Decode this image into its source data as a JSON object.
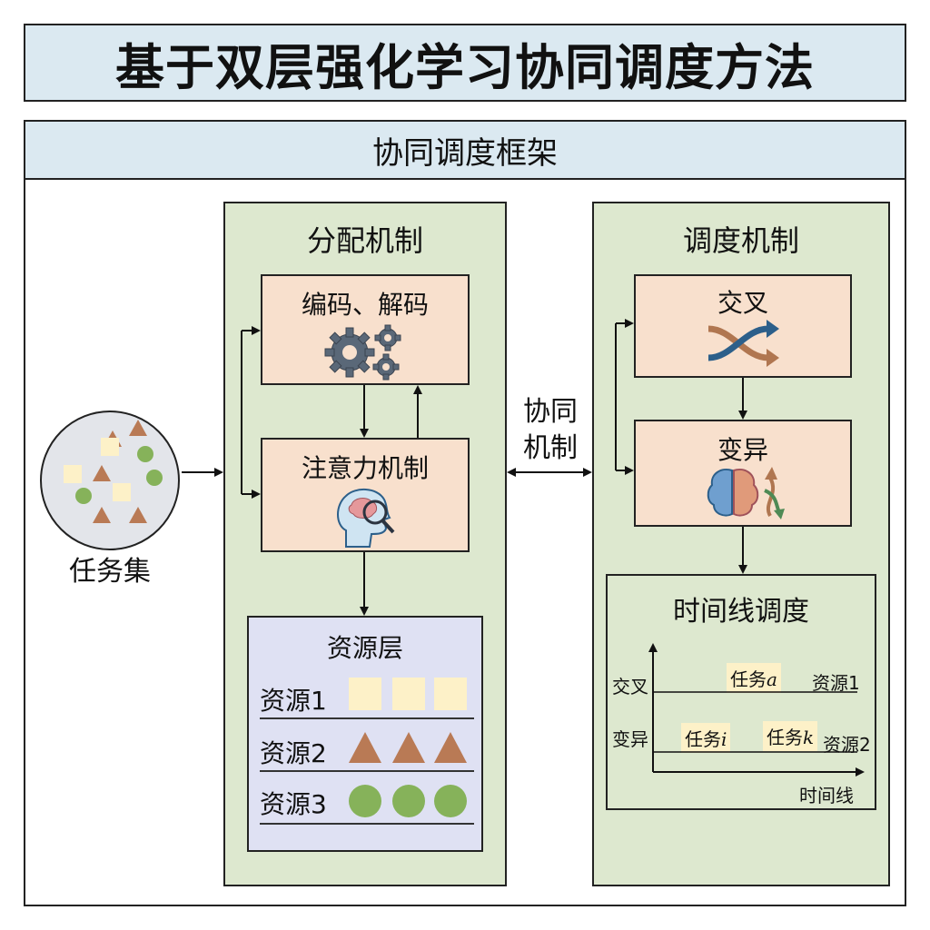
{
  "title": "基于双层强化学习协同调度方法",
  "framework": {
    "title": "协同调度框架"
  },
  "task_set": {
    "label": "任务集"
  },
  "allocation": {
    "title": "分配机制",
    "encode": {
      "label": "编码、解码",
      "icon": "gears-icon"
    },
    "attention": {
      "label": "注意力机制",
      "icon": "head-brain-magnifier-icon"
    },
    "resource_layer": {
      "title": "资源层",
      "rows": [
        {
          "label": "资源1",
          "shape": "square"
        },
        {
          "label": "资源2",
          "shape": "triangle"
        },
        {
          "label": "资源3",
          "shape": "circle"
        }
      ]
    }
  },
  "coop": {
    "line1": "协同",
    "line2": "机制"
  },
  "scheduling": {
    "title": "调度机制",
    "crossover": {
      "label": "交叉",
      "icon": "shuffle-arrows-icon"
    },
    "mutation": {
      "label": "变异",
      "icon": "brain-arrows-icon"
    },
    "timeline": {
      "title": "时间线调度",
      "y_labels": [
        "交叉",
        "变异"
      ],
      "x_label": "时间线",
      "resource_labels": [
        "资源1",
        "资源2"
      ],
      "task_prefix": "任务",
      "tasks": [
        "a",
        "i",
        "k"
      ]
    }
  },
  "colors": {
    "header_blue": "#dbe9f1",
    "panel_green": "#dde8cf",
    "box_peach": "#f8e0cd",
    "resource_lavender": "#dfe1f3",
    "square_yellow": "#fdf1c8",
    "triangle_brown": "#b97a55",
    "circle_green": "#86b25a"
  }
}
